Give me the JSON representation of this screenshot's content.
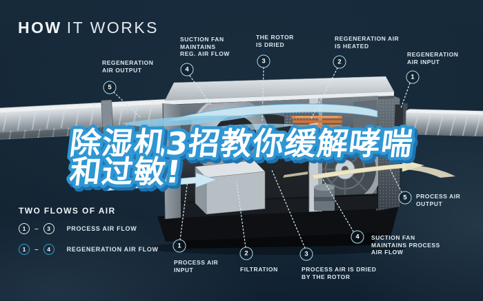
{
  "title": {
    "strong": "HOW",
    "light": "IT WORKS"
  },
  "headline": {
    "line1": "除湿机3招教你缓解哮喘",
    "line2": "和过敏!"
  },
  "callouts": {
    "reg_air_output": {
      "num": "5",
      "label": "REGENERATION\nAIR OUTPUT"
    },
    "suction_fan_reg": {
      "num": "4",
      "label": "SUCTION FAN\nMAINTAINS\nREG. AIR FLOW"
    },
    "rotor_dried": {
      "num": "3",
      "label": "THE ROTOR\nIS DRIED"
    },
    "reg_air_heated": {
      "num": "2",
      "label": "REGENERATION AIR\nIS HEATED"
    },
    "reg_air_input": {
      "num": "1",
      "label": "REGENERATION\nAIR INPUT"
    },
    "process_air_input": {
      "num": "1",
      "label": "PROCESS AIR\nINPUT"
    },
    "filtration": {
      "num": "2",
      "label": "FILTRATION"
    },
    "process_air_dried": {
      "num": "3",
      "label": "PROCESS AIR IS DRIED\nBY THE ROTOR"
    },
    "suction_fan_process": {
      "num": "4",
      "label": "SUCTION FAN\nMAINTAINS PROCESS\nAIR FLOW"
    },
    "process_air_output": {
      "num": "5",
      "label": "PROCESS AIR\nOUTPUT"
    }
  },
  "legend": {
    "heading": "TWO FLOWS OF AIR",
    "rows": [
      {
        "from": "1",
        "dash": "–",
        "to": "3",
        "label": "PROCESS AIR FLOW"
      },
      {
        "from": "1",
        "dash": "–",
        "to": "4",
        "label": "REGENERATION AIR FLOW"
      }
    ]
  },
  "colors": {
    "background": "#142634",
    "headline_stroke_blue": "#2e96d3",
    "label_text": "#dde7ee",
    "badge_ring": "#b5d9ec",
    "legend_cyan_ring": "#3aa0cc",
    "flow_blue": "#c9e8f5",
    "flow_cream": "#ece5c6",
    "heater_orange": "#e08140"
  }
}
